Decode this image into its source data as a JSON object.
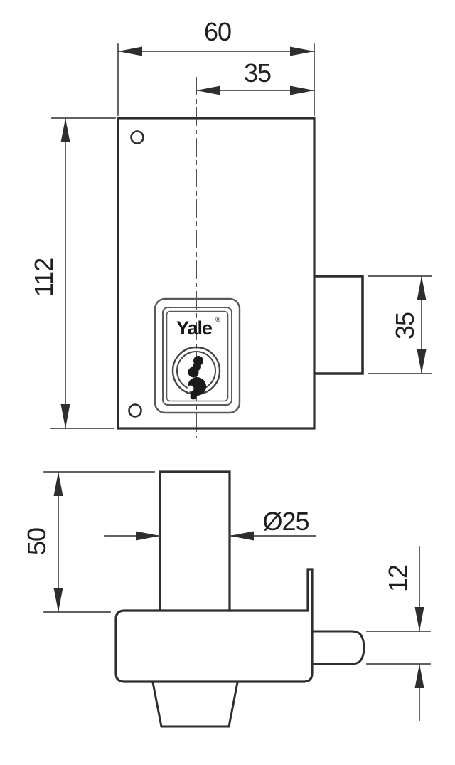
{
  "drawing": {
    "brand": "Yale",
    "registered_mark": "®",
    "front_view": {
      "dim_body_width": "60",
      "dim_center_to_edge": "35",
      "dim_body_height": "112",
      "dim_bolt_case_height": "35"
    },
    "side_view": {
      "dim_cylinder_length": "50",
      "dim_cylinder_diameter": "Ø25",
      "dim_bolt_thickness": "12"
    },
    "colors": {
      "outline": "#2e2e2e",
      "dimension_line": "#4a4a4a",
      "plate_line": "#5a5a5a",
      "background": "#ffffff"
    }
  }
}
